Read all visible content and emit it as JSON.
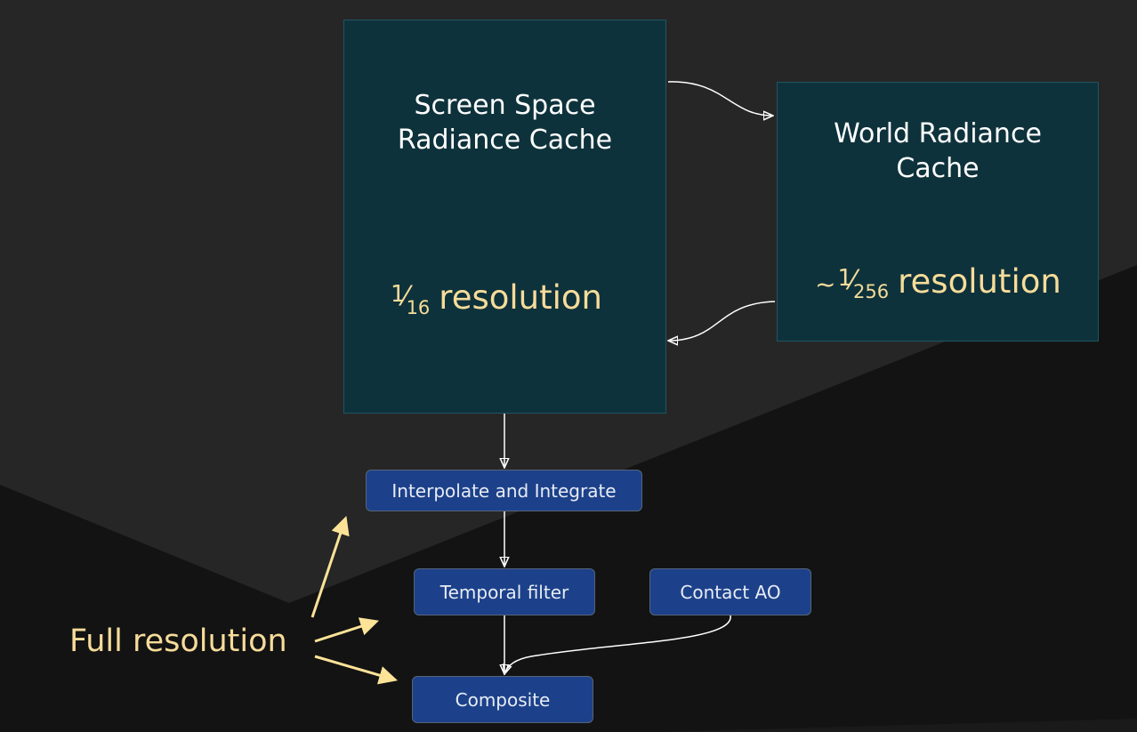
{
  "screen_space_cache": {
    "title": "Screen Space\nRadiance Cache",
    "res_num": "1",
    "res_den": "16",
    "res_word": "resolution"
  },
  "world_cache": {
    "title": "World Radiance\nCache",
    "res_prefix": "~",
    "res_num": "1",
    "res_den": "256",
    "res_word": "resolution"
  },
  "steps": {
    "interpolate": "Interpolate and Integrate",
    "temporal": "Temporal filter",
    "contact_ao": "Contact AO",
    "composite": "Composite"
  },
  "full_resolution_label": "Full resolution",
  "colors": {
    "background_dark": "#131313",
    "background_panel": "#262626",
    "cache_box_fill": "#0e323b",
    "step_box_fill": "#1c418a",
    "highlight_text": "#f6dc9a",
    "arrow_white": "#ffffff",
    "arrow_yellow": "#fde398"
  }
}
